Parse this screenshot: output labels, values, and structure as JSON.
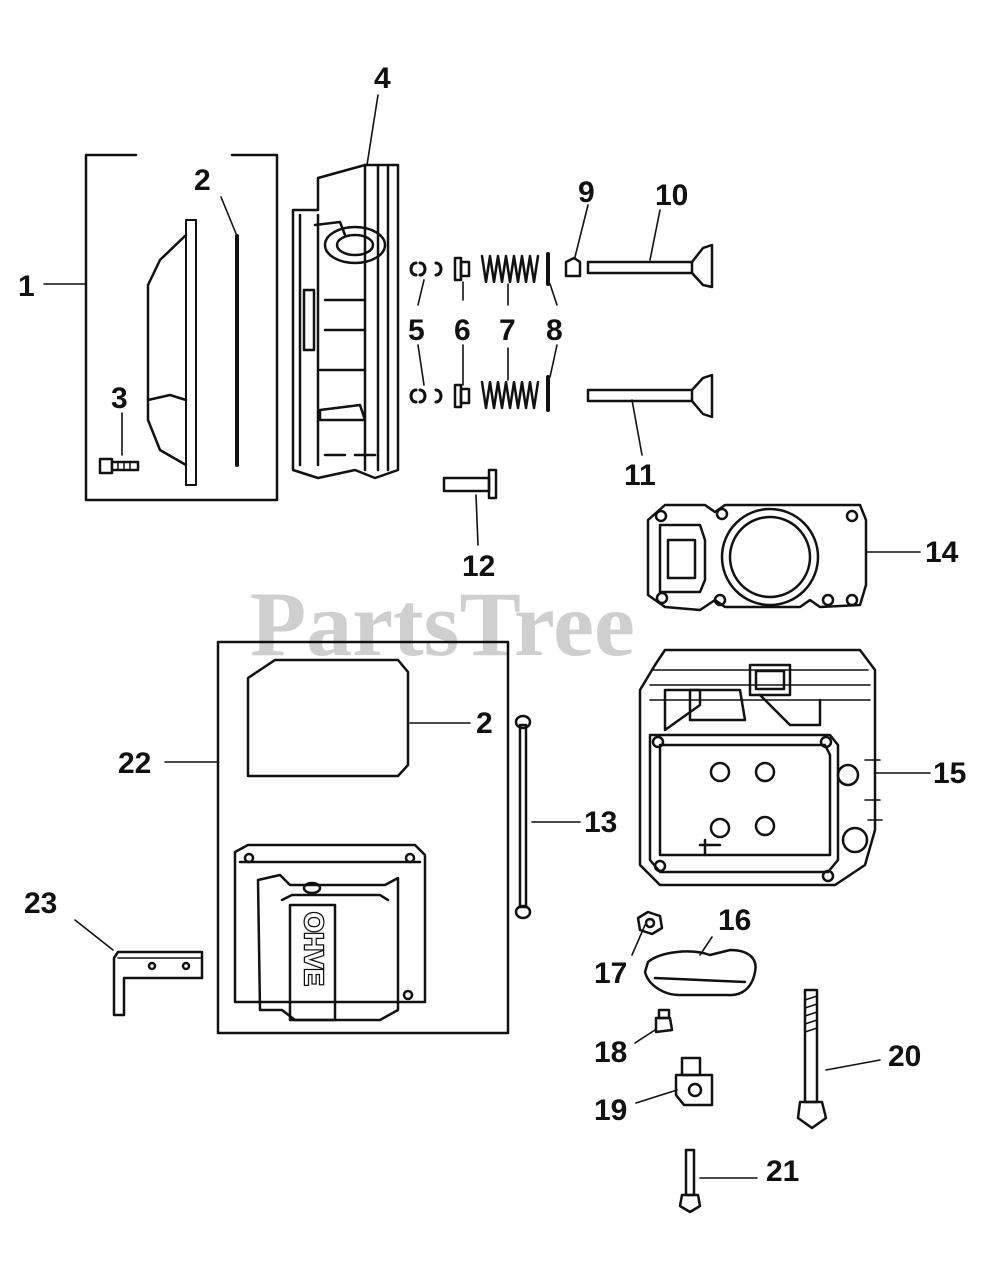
{
  "diagram": {
    "watermark": "PartsTree",
    "cover_embossed_text": "OHVE",
    "callouts": [
      {
        "id": "c1",
        "label": "1"
      },
      {
        "id": "c2a",
        "label": "2"
      },
      {
        "id": "c3",
        "label": "3"
      },
      {
        "id": "c4",
        "label": "4"
      },
      {
        "id": "c5",
        "label": "5"
      },
      {
        "id": "c6",
        "label": "6"
      },
      {
        "id": "c7",
        "label": "7"
      },
      {
        "id": "c8",
        "label": "8"
      },
      {
        "id": "c9",
        "label": "9"
      },
      {
        "id": "c10",
        "label": "10"
      },
      {
        "id": "c11",
        "label": "11"
      },
      {
        "id": "c12",
        "label": "12"
      },
      {
        "id": "c14",
        "label": "14"
      },
      {
        "id": "c2b",
        "label": "2"
      },
      {
        "id": "c22",
        "label": "22"
      },
      {
        "id": "c15",
        "label": "15"
      },
      {
        "id": "c13",
        "label": "13"
      },
      {
        "id": "c23",
        "label": "23"
      },
      {
        "id": "c16",
        "label": "16"
      },
      {
        "id": "c17",
        "label": "17"
      },
      {
        "id": "c18",
        "label": "18"
      },
      {
        "id": "c20",
        "label": "20"
      },
      {
        "id": "c19",
        "label": "19"
      },
      {
        "id": "c21",
        "label": "21"
      }
    ]
  }
}
